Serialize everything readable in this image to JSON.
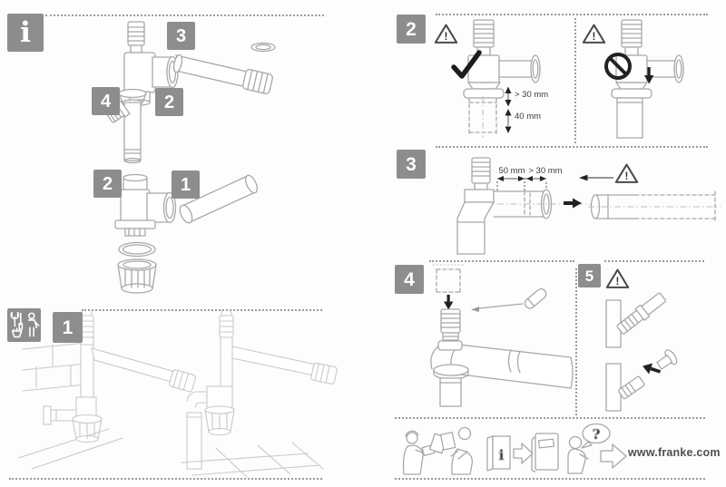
{
  "info_section": {
    "icon_glyph": "i",
    "part_labels": {
      "outlet_pipe_top": "3",
      "overflow_connector": "4",
      "inlet_tube": "2",
      "siphon_body": "2",
      "wall_pipe": "1"
    }
  },
  "steps": {
    "step1": {
      "number": "1"
    },
    "step2": {
      "number": "2",
      "dim_clearance": "> 30 mm",
      "dim_insertion": "40 mm"
    },
    "step3": {
      "number": "3",
      "dim_length": "50 mm",
      "dim_min": "> 30 mm"
    },
    "step4": {
      "number": "4"
    },
    "step5": {
      "number": "5"
    }
  },
  "icons": {
    "warning_mark": "!",
    "leaflet_glyph": "i",
    "question_glyph": "?"
  },
  "footer": {
    "website": "www.franke.com"
  }
}
